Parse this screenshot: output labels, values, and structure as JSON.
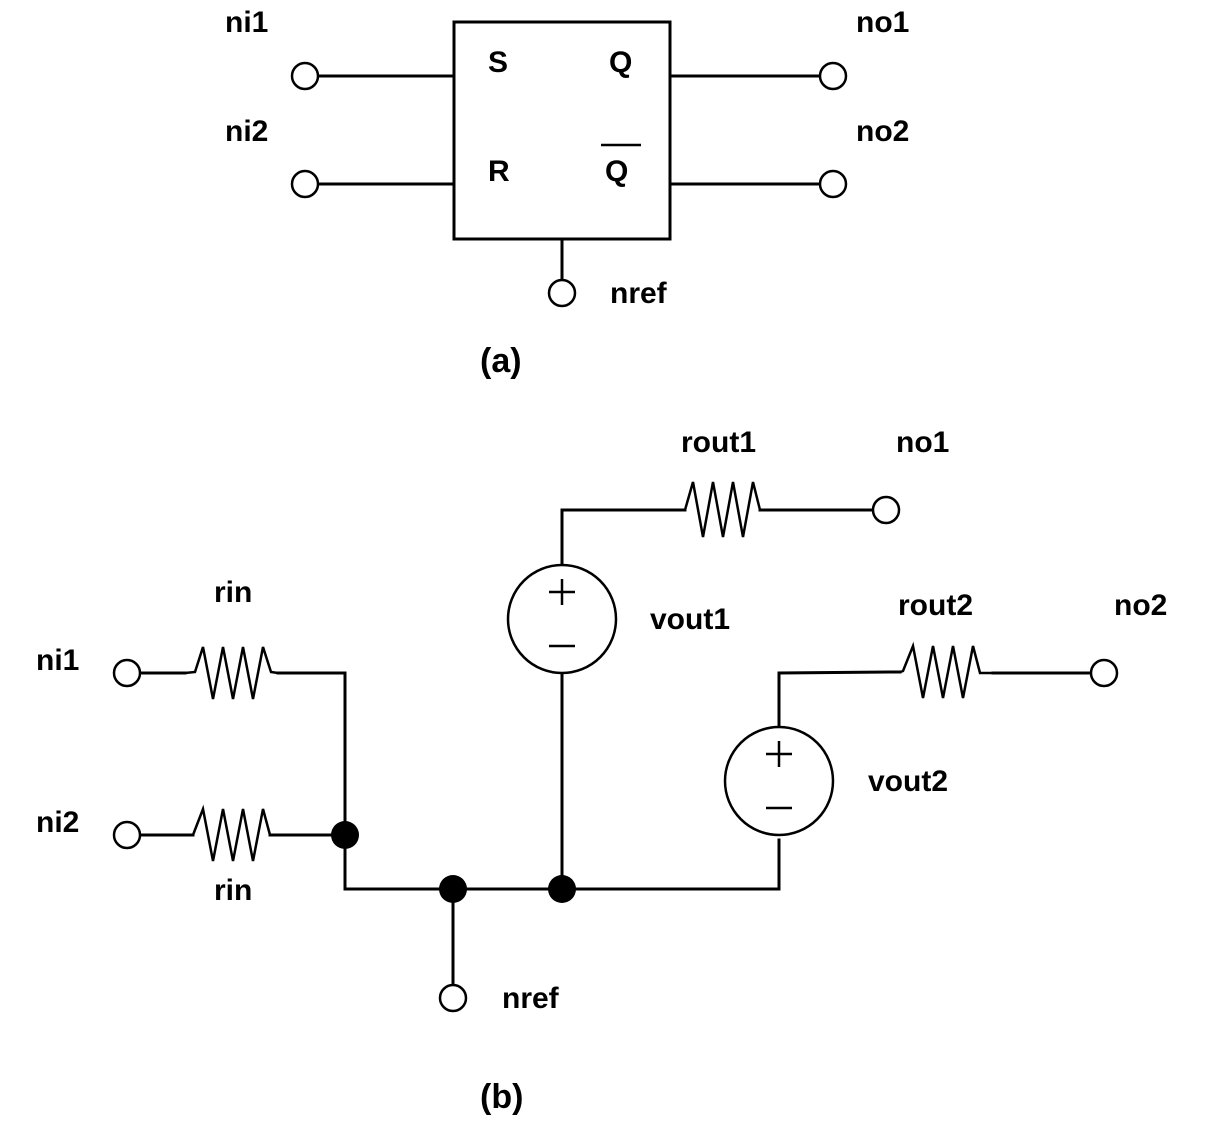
{
  "figure_a": {
    "caption": "(a)",
    "block": {
      "pins": {
        "set": "S",
        "reset": "R",
        "q": "Q",
        "q_bar": "Q"
      }
    },
    "terminals": {
      "ni1": "ni1",
      "ni2": "ni2",
      "no1": "no1",
      "no2": "no2",
      "nref": "nref"
    }
  },
  "figure_b": {
    "caption": "(b)",
    "terminals": {
      "ni1": "ni1",
      "ni2": "ni2",
      "no1": "no1",
      "no2": "no2",
      "nref": "nref"
    },
    "resistors": {
      "rin_top": "rin",
      "rin_bottom": "rin",
      "rout1": "rout1",
      "rout2": "rout2"
    },
    "sources": {
      "vout1": "vout1",
      "vout2": "vout2",
      "plus": "+",
      "minus": "−"
    }
  }
}
